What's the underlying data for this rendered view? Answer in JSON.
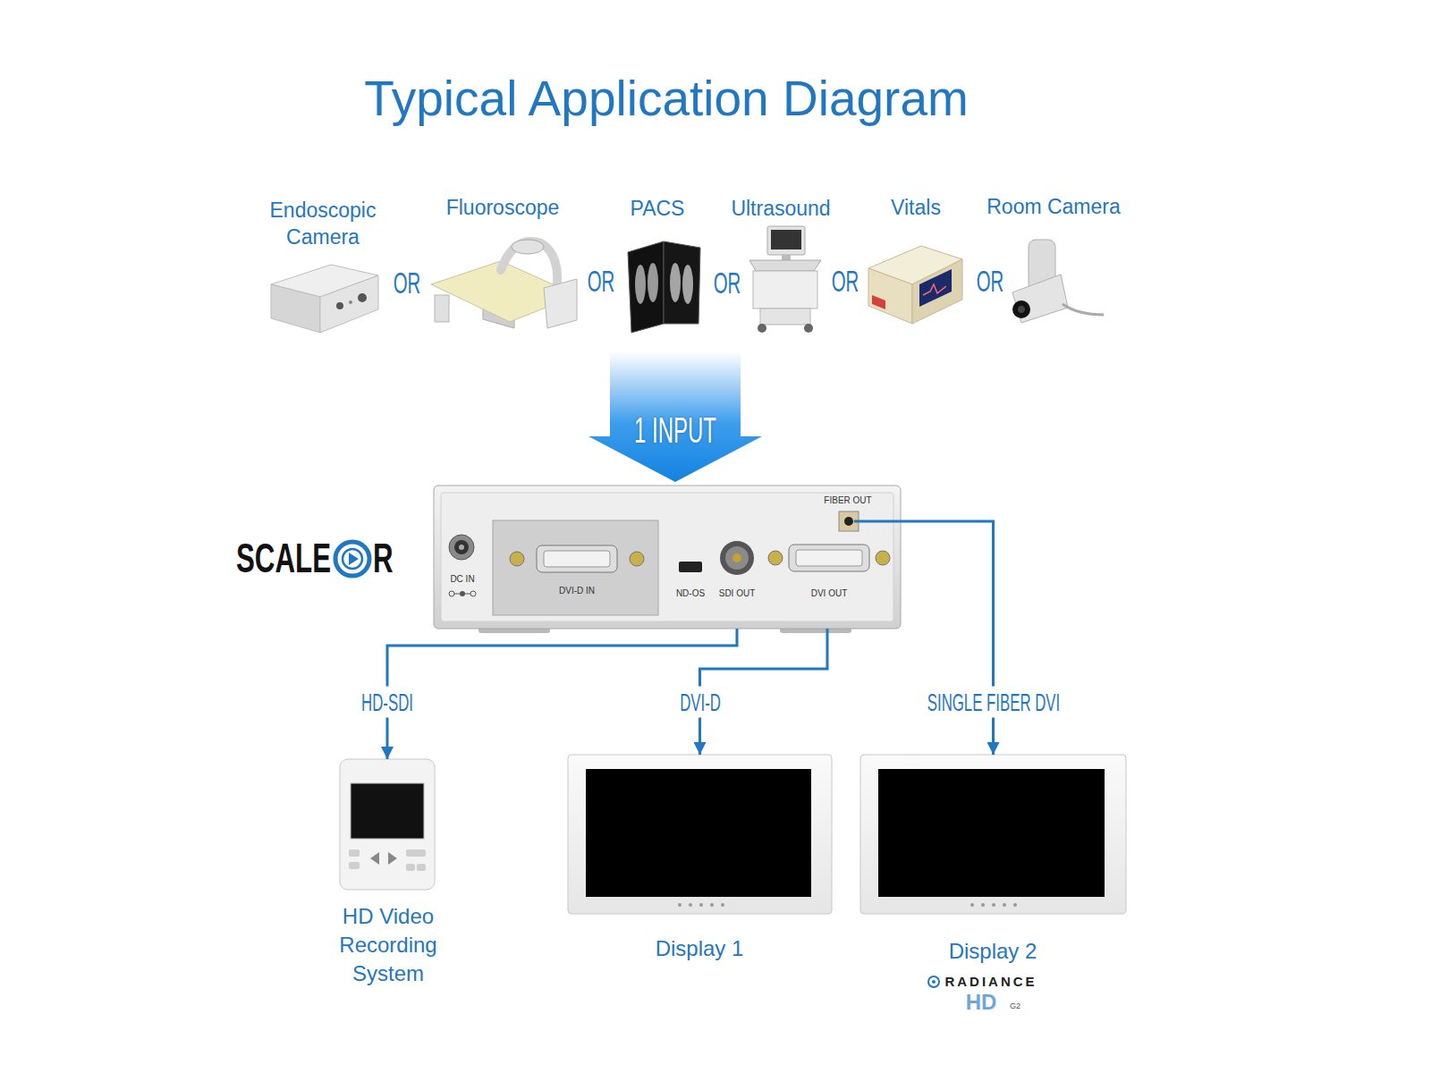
{
  "diagram": {
    "title": "Typical Application Diagram",
    "nodes": [
      {
        "text": [
          "Endoscopic Camera"
        ]
      },
      {
        "text": [
          "Fluoroscope"
        ]
      },
      {
        "text": [
          "PACS"
        ]
      },
      {
        "text": [
          "Ultrasound"
        ]
      },
      {
        "text": [
          "Vitals"
        ]
      },
      {
        "text": [
          "Room Camera"
        ]
      },
      {
        "text": [
          "FIBER OUT",
          "DC IN",
          "DVI-D IN",
          "ND-OS",
          "SDI OUT",
          "DVI OUT"
        ]
      },
      {
        "text": [
          "HD Video Recording System"
        ]
      },
      {
        "text": [
          "Display 1"
        ]
      },
      {
        "text": [
          "Display 2"
        ]
      }
    ],
    "edges": [
      {
        "from": 6,
        "to": 7,
        "arrow": "to",
        "label": "HD-SDI"
      },
      {
        "from": 6,
        "to": 8,
        "arrow": "to",
        "label": "DVI-D"
      },
      {
        "from": 6,
        "to": 9,
        "arrow": "to",
        "label": "SINGLE FIBER DVI"
      }
    ],
    "labels": [
      "OR",
      "OR",
      "OR",
      "OR",
      "OR",
      "1 INPUT",
      "SCALE",
      "R",
      "RADIANCE",
      "HD",
      "G2"
    ]
  }
}
